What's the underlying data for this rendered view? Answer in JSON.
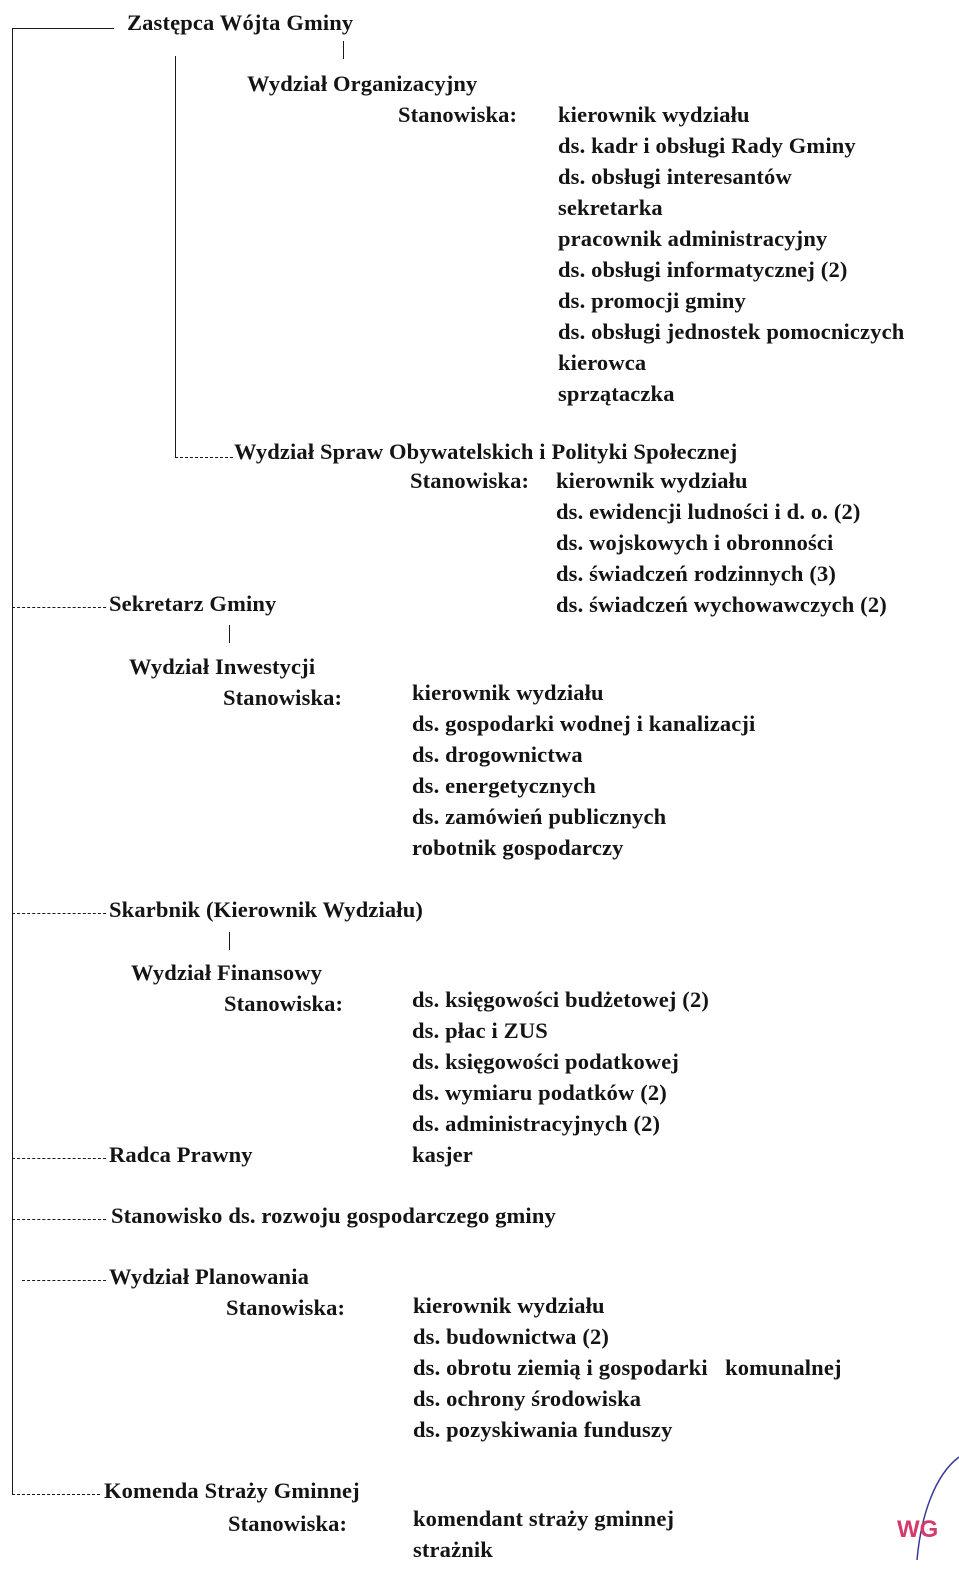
{
  "deputy_mayor": {
    "title": "Zastępca Wójta Gminy",
    "organizational": {
      "name": "Wydział Organizacyjny",
      "positions_label": "Stanowiska:",
      "positions": [
        "kierownik wydziału",
        "ds. kadr i obsługi Rady Gminy",
        "ds. obsługi interesantów",
        "sekretarka",
        "pracownik administracyjny",
        "ds. obsługi informatycznej (2)",
        "ds. promocji gminy",
        "ds. obsługi jednostek pomocniczych",
        "kierowca",
        "sprzątaczka"
      ]
    },
    "civic": {
      "name": "Wydział Spraw Obywatelskich i Polityki Społecznej",
      "positions_label": "Stanowiska:",
      "positions": [
        "kierownik wydziału",
        "ds. ewidencji ludności i d. o. (2)",
        "ds. wojskowych i obronności",
        "ds. świadczeń rodzinnych (3)",
        "ds. świadczeń wychowawczych (2)"
      ]
    }
  },
  "secretary": {
    "title": "Sekretarz Gminy",
    "investment": {
      "name": "Wydział Inwestycji",
      "positions_label": "Stanowiska:",
      "positions": [
        "kierownik wydziału",
        "ds. gospodarki wodnej i kanalizacji",
        "ds. drogownictwa",
        "ds. energetycznych",
        "ds. zamówień publicznych",
        "robotnik gospodarczy"
      ]
    }
  },
  "treasurer": {
    "title": "Skarbnik (Kierownik Wydziału)",
    "finance": {
      "name": "Wydział Finansowy",
      "positions_label": "Stanowiska:",
      "positions": [
        "ds. księgowości budżetowej (2)",
        "ds. płac i ZUS",
        "ds. księgowości podatkowej",
        "ds. wymiaru podatków (2)",
        "ds. administracyjnych (2)",
        "kasjer"
      ]
    }
  },
  "legal": {
    "title": "Radca Prawny"
  },
  "economic_development": {
    "title": "Stanowisko ds. rozwoju gospodarczego gminy"
  },
  "planning": {
    "name": "Wydział Planowania",
    "positions_label": "Stanowiska:",
    "positions": [
      "kierownik wydziału",
      "ds. budownictwa (2)",
      "ds. obrotu ziemią i gospodarki   komunalnej",
      "ds. ochrony środowiska",
      "ds. pozyskiwania funduszy"
    ]
  },
  "guard": {
    "name": "Komenda Straży Gminnej",
    "positions_label": "Stanowiska:",
    "positions": [
      "komendant straży gminnej",
      "strażnik"
    ]
  },
  "stamp_text": "WG"
}
